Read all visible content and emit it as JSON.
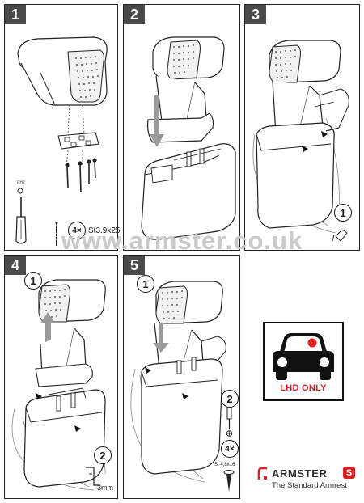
{
  "steps": [
    {
      "number": "1"
    },
    {
      "number": "2"
    },
    {
      "number": "3"
    },
    {
      "number": "4"
    },
    {
      "number": "5"
    }
  ],
  "step1": {
    "screw_count": "4×",
    "screw_spec": "St3.9x25"
  },
  "step3": {
    "callout_1": "1"
  },
  "step4": {
    "callout_1": "1",
    "callout_2": "2",
    "gap_label": "3mm"
  },
  "step5": {
    "callout_1": "1",
    "callout_2": "2",
    "screw_count": "4×",
    "screw_spec": "St 4,8x16"
  },
  "watermark": "www.armster.co.uk",
  "lhd": {
    "label": "LHD ONLY",
    "dot_color": "#e2231a"
  },
  "brand": {
    "name": "ARMSTER",
    "badge": "S",
    "tagline": "The Standard Armrest",
    "color": "#d62026"
  },
  "icons": [
    "screwdriver-icon",
    "screw-icon",
    "car-front-icon",
    "arrow-down-icon",
    "arrow-up-icon",
    "armster-logo-icon"
  ]
}
